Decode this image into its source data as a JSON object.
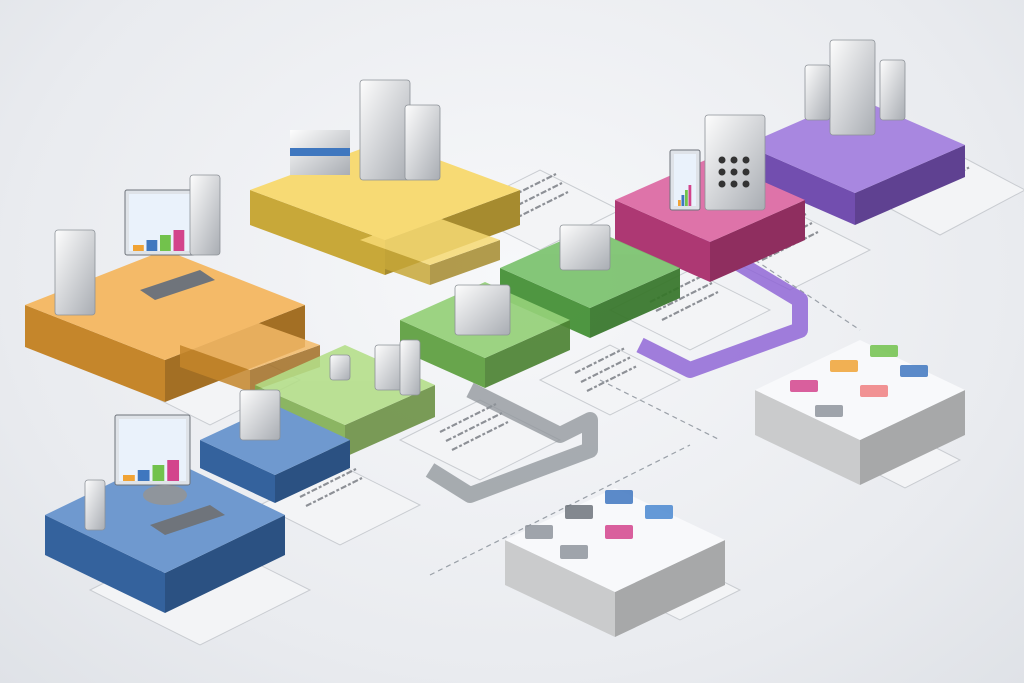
{
  "colors": {
    "orange": "#f0a335",
    "yellow": "#f4cd45",
    "blue": "#3f77bf",
    "green_light": "#9ad35f",
    "green": "#72c24c",
    "green_dark": "#4fad3d",
    "magenta": "#d3448c",
    "purple": "#8b5fd5",
    "connector_grey": "#8e9398",
    "card": "#f6f7f9"
  },
  "nodes": [
    {
      "id": "orange",
      "color": "orange",
      "icon": "workstation-icon"
    },
    {
      "id": "yellow",
      "color": "yellow",
      "icon": "database-server-icon"
    },
    {
      "id": "blue",
      "color": "blue",
      "icon": "workstation-icon"
    },
    {
      "id": "blue-small",
      "color": "blue",
      "icon": "device-icon"
    },
    {
      "id": "green-light",
      "color": "green_light",
      "icon": "factory-icon"
    },
    {
      "id": "green",
      "color": "green",
      "icon": "router-icon"
    },
    {
      "id": "green-dark",
      "color": "green_dark",
      "icon": "router-icon"
    },
    {
      "id": "magenta",
      "color": "magenta",
      "icon": "cube-chip-icon"
    },
    {
      "id": "purple",
      "color": "purple",
      "icon": "server-rack-icon"
    }
  ],
  "panels": [
    {
      "id": "dashboard-right",
      "icon": "dashboard-icon"
    },
    {
      "id": "dashboard-bottom",
      "icon": "dashboard-icon"
    }
  ]
}
